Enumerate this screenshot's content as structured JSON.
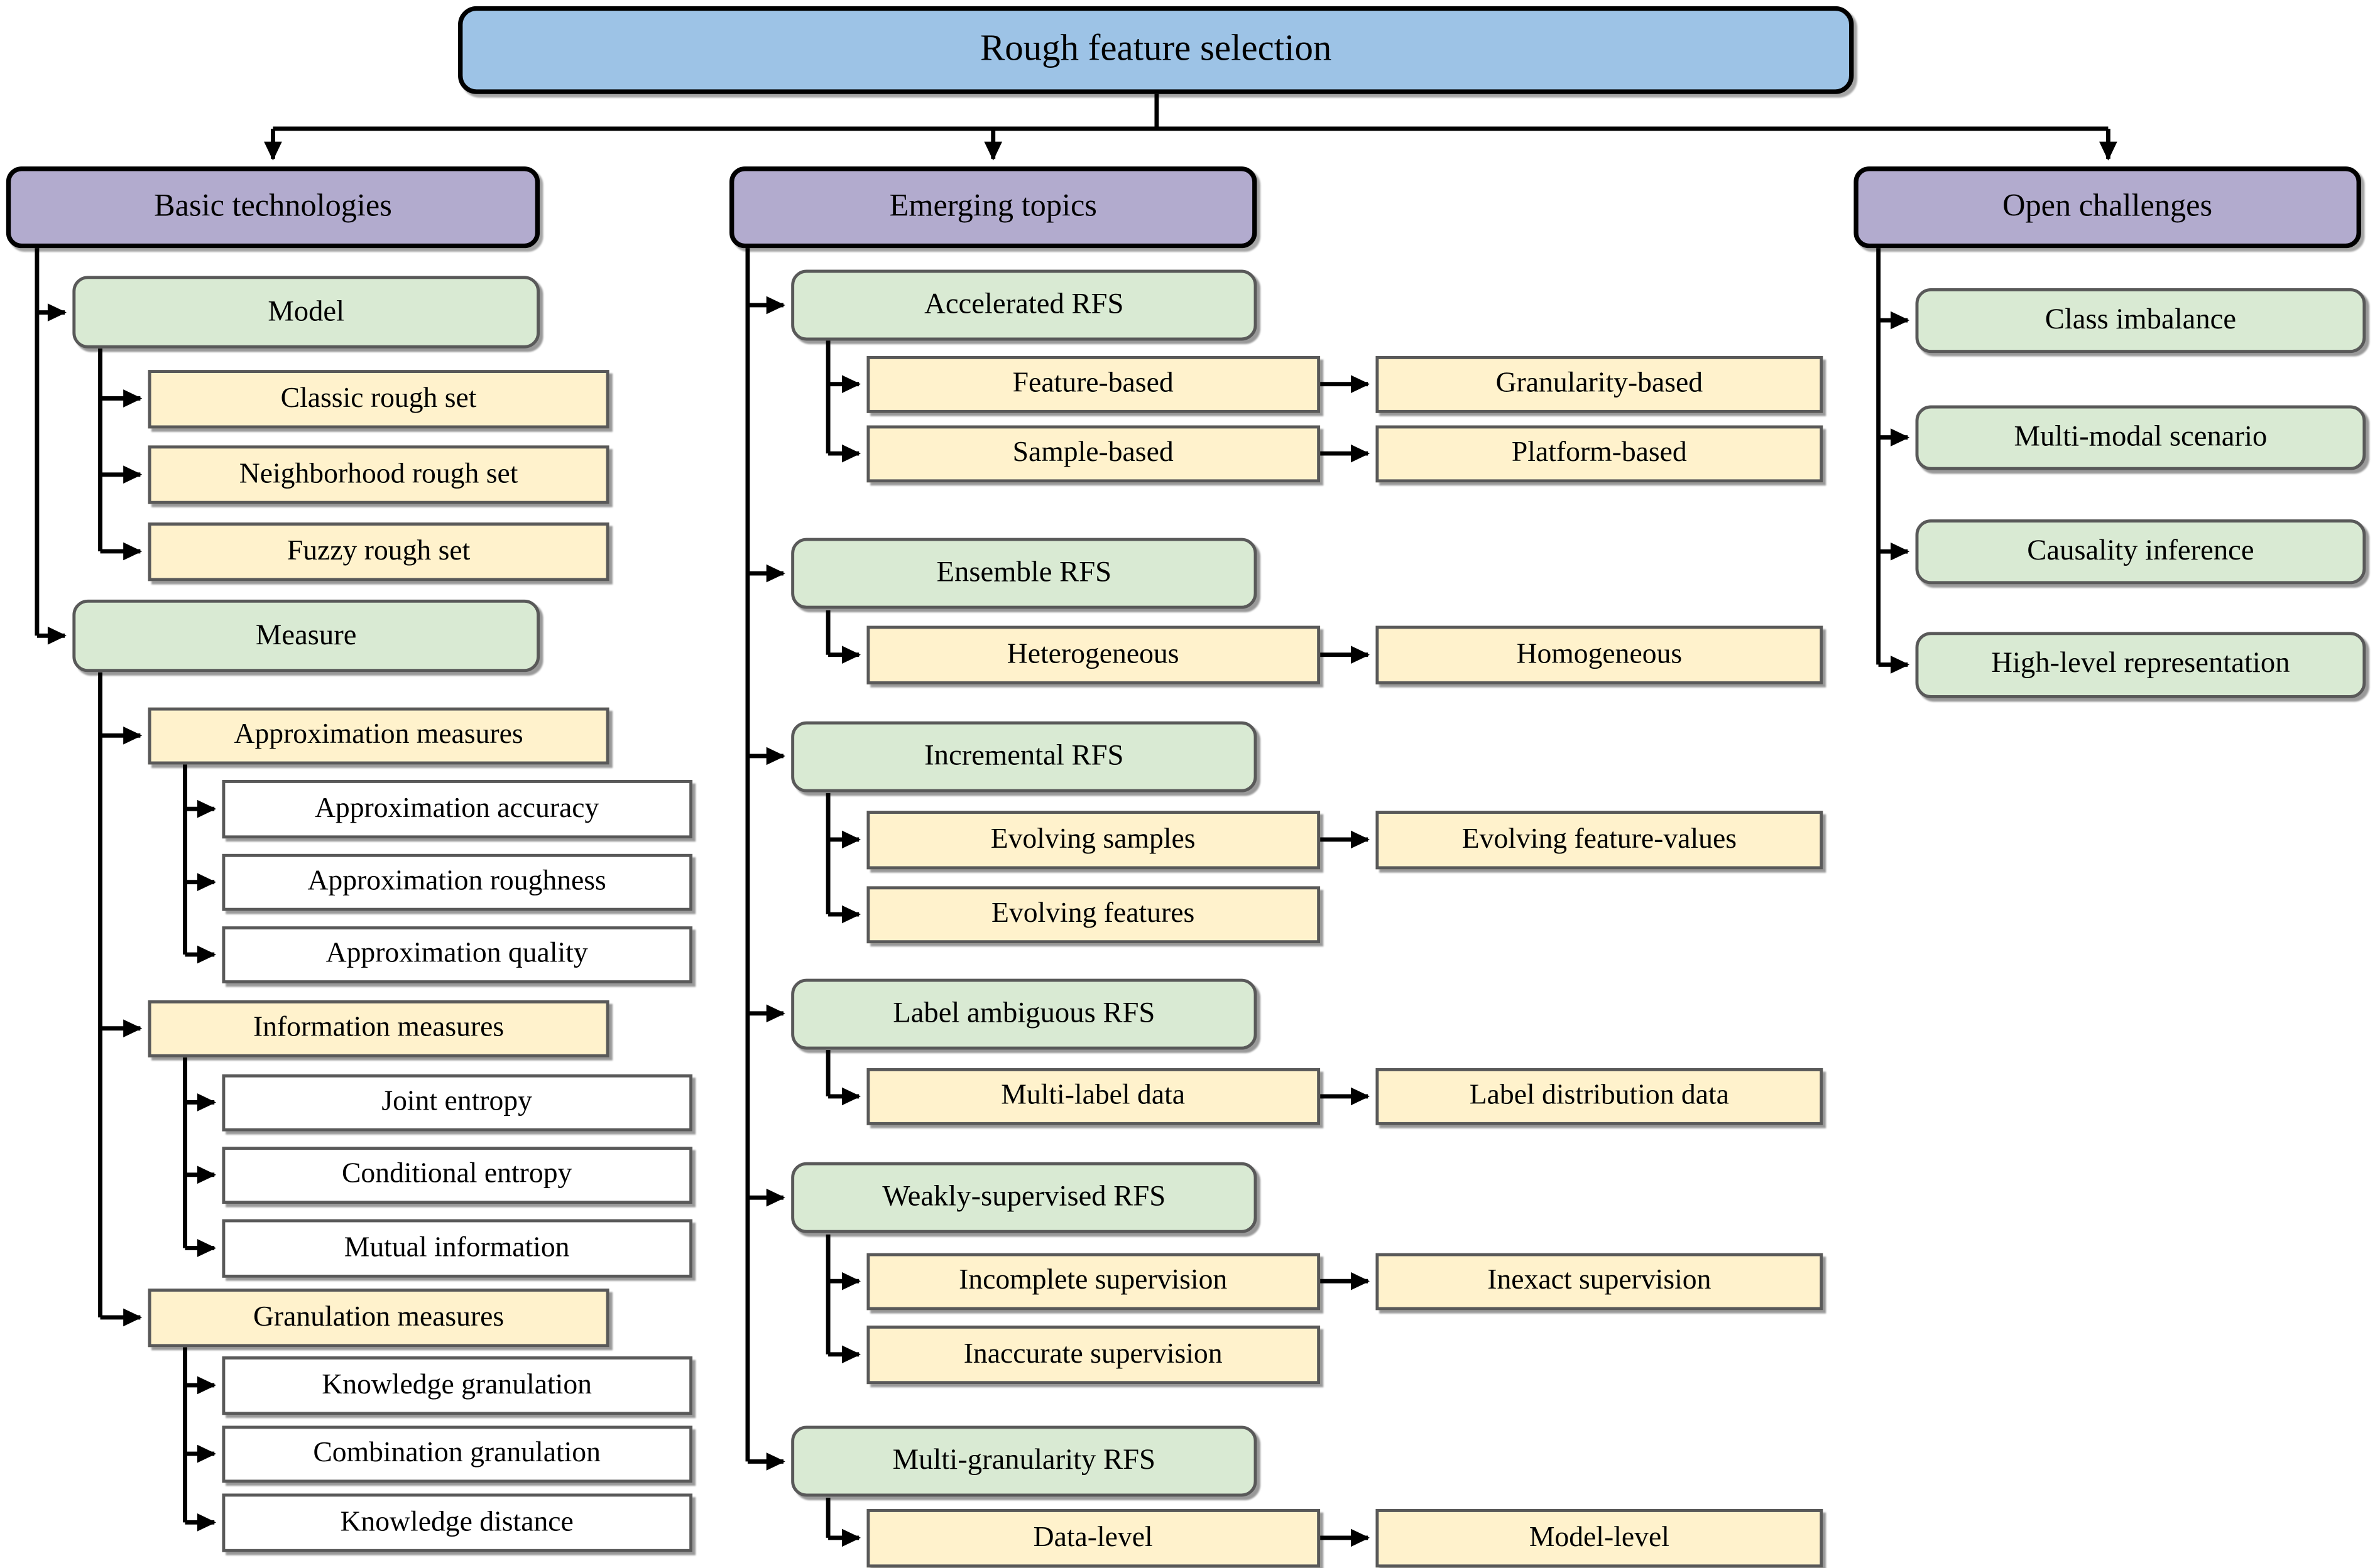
{
  "title": {
    "label": "Rough feature selection"
  },
  "colors": {
    "blue": "#9dc3e6",
    "purple": "#b2abce",
    "green": "#d9ead3",
    "yellow": "#fff2cc",
    "white": "#ffffff",
    "border-dark": "#000000",
    "border-gray": "#595959"
  },
  "basic": {
    "label": "Basic technologies",
    "model": {
      "label": "Model",
      "items": [
        "Classic rough set",
        "Neighborhood rough set",
        "Fuzzy rough set"
      ]
    },
    "measure": {
      "label": "Measure",
      "groups": [
        {
          "label": "Approximation measures",
          "items": [
            "Approximation accuracy",
            "Approximation roughness",
            "Approximation quality"
          ]
        },
        {
          "label": "Information measures",
          "items": [
            "Joint entropy",
            "Conditional entropy",
            "Mutual information"
          ]
        },
        {
          "label": "Granulation measures",
          "items": [
            "Knowledge granulation",
            "Combination granulation",
            "Knowledge distance"
          ]
        }
      ]
    }
  },
  "emerging": {
    "label": "Emerging topics",
    "sections": [
      {
        "label": "Accelerated RFS",
        "rows": [
          [
            "Feature-based",
            "Granularity-based"
          ],
          [
            "Sample-based",
            "Platform-based"
          ]
        ]
      },
      {
        "label": "Ensemble RFS",
        "rows": [
          [
            "Heterogeneous",
            "Homogeneous"
          ]
        ]
      },
      {
        "label": "Incremental RFS",
        "rows": [
          [
            "Evolving samples",
            "Evolving feature-values"
          ],
          [
            "Evolving features"
          ]
        ]
      },
      {
        "label": "Label ambiguous RFS",
        "rows": [
          [
            "Multi-label data",
            "Label distribution data"
          ]
        ]
      },
      {
        "label": "Weakly-supervised RFS",
        "rows": [
          [
            "Incomplete supervision",
            "Inexact supervision"
          ],
          [
            "Inaccurate supervision"
          ]
        ]
      },
      {
        "label": "Multi-granularity RFS",
        "rows": [
          [
            "Data-level",
            "Model-level"
          ]
        ]
      }
    ]
  },
  "open": {
    "label": "Open challenges",
    "items": [
      "Class imbalance",
      "Multi-modal scenario",
      "Causality inference",
      "High-level representation"
    ]
  }
}
